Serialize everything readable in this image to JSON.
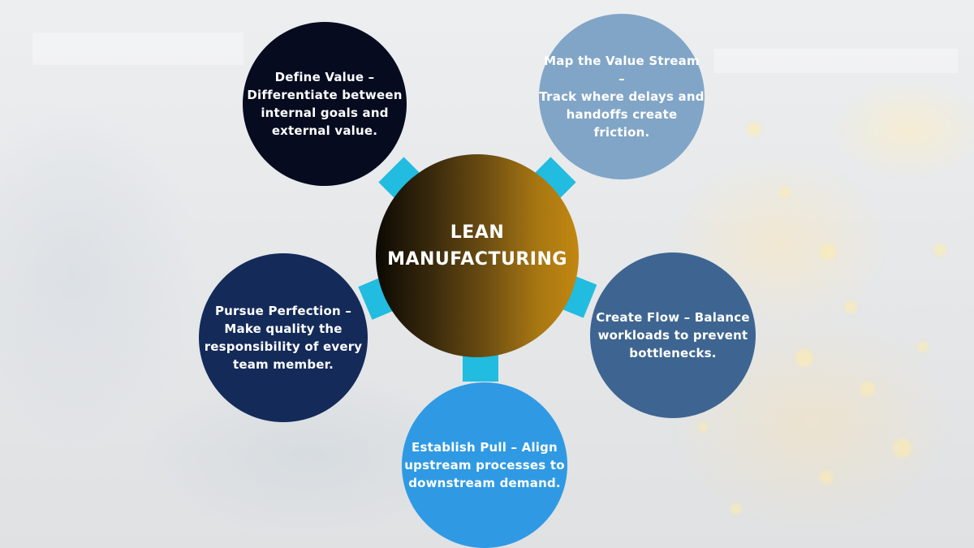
{
  "center": {
    "title": "LEAN\nMANUFACTURING"
  },
  "principles": {
    "define_value": "Define Value –\nDifferentiate between\ninternal goals and\nexternal value.",
    "map_value_stream": "Map the Value Stream –\nTrack where delays and\nhandoffs create friction.",
    "create_flow": "Create Flow – Balance\nworkloads to prevent\nbottlenecks.",
    "establish_pull": "Establish Pull – Align\nupstream processes to\ndownstream demand.",
    "pursue_perfection": "Pursue Perfection –\nMake quality the\nresponsibility of every\nteam member."
  },
  "colors": {
    "arrow": "#21bce0",
    "define_value": "#060b1f",
    "map_value_stream": "#81a5c6",
    "create_flow": "#3e6591",
    "establish_pull": "#2f9ae3",
    "pursue_perfection": "#142a59",
    "center_gradient": [
      "#0c0903",
      "#c28710"
    ]
  }
}
